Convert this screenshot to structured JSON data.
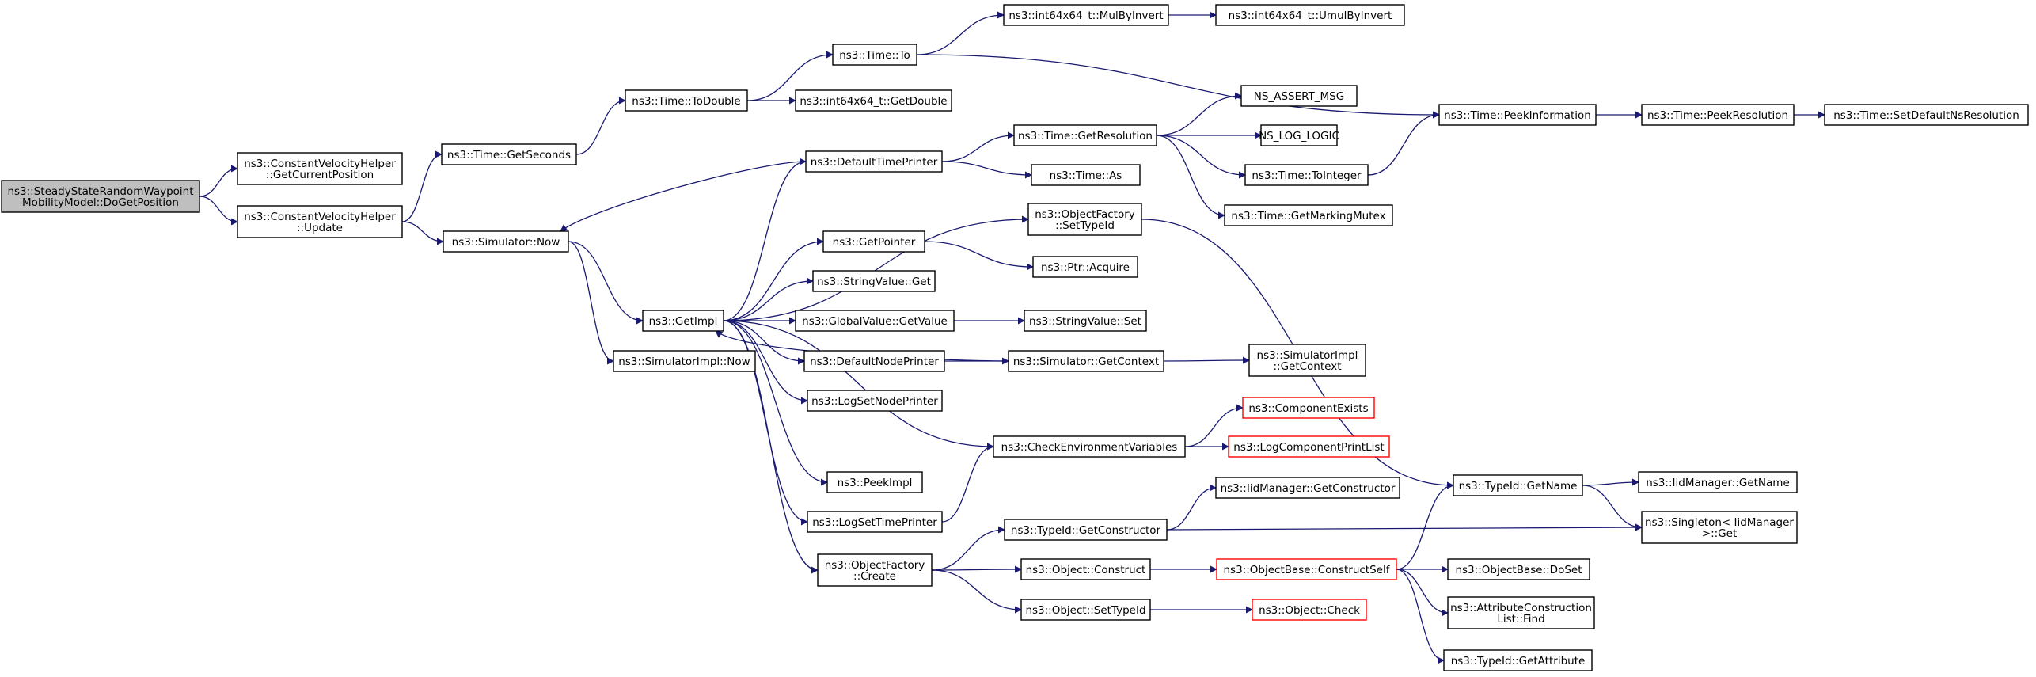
{
  "colors": {
    "edge": "#191970",
    "root_fill": "#bfbfbf",
    "truncated_border": "#ff0000",
    "node_border": "#000000"
  },
  "nodes": [
    {
      "id": "root",
      "lines": [
        "ns3::SteadyStateRandomWaypoint",
        "MobilityModel::DoGetPosition"
      ],
      "root": true
    },
    {
      "id": "cvh_gcp",
      "lines": [
        "ns3::ConstantVelocityHelper",
        "::GetCurrentPosition"
      ]
    },
    {
      "id": "cvh_upd",
      "lines": [
        "ns3::ConstantVelocityHelper",
        "::Update"
      ]
    },
    {
      "id": "time_getsec",
      "lines": [
        "ns3::Time::GetSeconds"
      ]
    },
    {
      "id": "sim_now",
      "lines": [
        "ns3::Simulator::Now"
      ]
    },
    {
      "id": "time_todouble",
      "lines": [
        "ns3::Time::ToDouble"
      ]
    },
    {
      "id": "time_to",
      "lines": [
        "ns3::Time::To"
      ]
    },
    {
      "id": "i64_getdouble",
      "lines": [
        "ns3::int64x64_t::GetDouble"
      ]
    },
    {
      "id": "i64_mulbyinv",
      "lines": [
        "ns3::int64x64_t::MulByInvert"
      ]
    },
    {
      "id": "i64_umulbyinv",
      "lines": [
        "ns3::int64x64_t::UmulByInvert"
      ]
    },
    {
      "id": "getimpl",
      "lines": [
        "ns3::GetImpl"
      ]
    },
    {
      "id": "simimpl_now",
      "lines": [
        "ns3::SimulatorImpl::Now"
      ]
    },
    {
      "id": "default_time_printer",
      "lines": [
        "ns3::DefaultTimePrinter"
      ]
    },
    {
      "id": "getpointer",
      "lines": [
        "ns3::GetPointer"
      ]
    },
    {
      "id": "stringvalue_get",
      "lines": [
        "ns3::StringValue::Get"
      ]
    },
    {
      "id": "globalvalue_getvalue",
      "lines": [
        "ns3::GlobalValue::GetValue"
      ]
    },
    {
      "id": "default_node_printer",
      "lines": [
        "ns3::DefaultNodePrinter"
      ]
    },
    {
      "id": "logsetnodeprinter",
      "lines": [
        "ns3::LogSetNodePrinter"
      ]
    },
    {
      "id": "peekimpl",
      "lines": [
        "ns3::PeekImpl"
      ]
    },
    {
      "id": "logsettimeprinter",
      "lines": [
        "ns3::LogSetTimePrinter"
      ]
    },
    {
      "id": "objfactory_create",
      "lines": [
        "ns3::ObjectFactory",
        "::Create"
      ]
    },
    {
      "id": "time_getres",
      "lines": [
        "ns3::Time::GetResolution"
      ]
    },
    {
      "id": "time_as",
      "lines": [
        "ns3::Time::As"
      ]
    },
    {
      "id": "objfactory_settypeid",
      "lines": [
        "ns3::ObjectFactory",
        "::SetTypeId"
      ]
    },
    {
      "id": "ptr_acquire",
      "lines": [
        "ns3::Ptr::Acquire"
      ]
    },
    {
      "id": "stringvalue_set",
      "lines": [
        "ns3::StringValue::Set"
      ]
    },
    {
      "id": "sim_getcontext",
      "lines": [
        "ns3::Simulator::GetContext"
      ]
    },
    {
      "id": "check_env",
      "lines": [
        "ns3::CheckEnvironmentVariables"
      ]
    },
    {
      "id": "typeid_getctor",
      "lines": [
        "ns3::TypeId::GetConstructor"
      ]
    },
    {
      "id": "object_construct",
      "lines": [
        "ns3::Object::Construct"
      ]
    },
    {
      "id": "object_settypeid",
      "lines": [
        "ns3::Object::SetTypeId"
      ]
    },
    {
      "id": "ns_assert_msg",
      "lines": [
        "NS_ASSERT_MSG"
      ]
    },
    {
      "id": "ns_log_logic",
      "lines": [
        "NS_LOG_LOGIC"
      ]
    },
    {
      "id": "time_tointeger",
      "lines": [
        "ns3::Time::ToInteger"
      ]
    },
    {
      "id": "time_getmarkingmutex",
      "lines": [
        "ns3::Time::GetMarkingMutex"
      ]
    },
    {
      "id": "simimpl_getcontext",
      "lines": [
        "ns3::SimulatorImpl",
        "::GetContext"
      ]
    },
    {
      "id": "component_exists",
      "lines": [
        "ns3::ComponentExists"
      ],
      "truncated": true
    },
    {
      "id": "logcomp_printlist",
      "lines": [
        "ns3::LogComponentPrintList"
      ],
      "truncated": true
    },
    {
      "id": "iidmgr_getctor",
      "lines": [
        "ns3::IidManager::GetConstructor"
      ]
    },
    {
      "id": "objbase_constructself",
      "lines": [
        "ns3::ObjectBase::ConstructSelf"
      ],
      "truncated": true
    },
    {
      "id": "object_check",
      "lines": [
        "ns3::Object::Check"
      ],
      "truncated": true
    },
    {
      "id": "time_peekinfo",
      "lines": [
        "ns3::Time::PeekInformation"
      ]
    },
    {
      "id": "typeid_getname",
      "lines": [
        "ns3::TypeId::GetName"
      ]
    },
    {
      "id": "time_peekres",
      "lines": [
        "ns3::Time::PeekResolution"
      ]
    },
    {
      "id": "iidmgr_getname",
      "lines": [
        "ns3::IidManager::GetName"
      ]
    },
    {
      "id": "singleton_get",
      "lines": [
        "ns3::Singleton< IidManager",
        ">::Get"
      ]
    },
    {
      "id": "objbase_doset",
      "lines": [
        "ns3::ObjectBase::DoSet"
      ]
    },
    {
      "id": "attrconstr_find",
      "lines": [
        "ns3::AttributeConstruction",
        "List::Find"
      ]
    },
    {
      "id": "typeid_getattr",
      "lines": [
        "ns3::TypeId::GetAttribute"
      ]
    },
    {
      "id": "time_setdefaultres",
      "lines": [
        "ns3::Time::SetDefaultNsResolution"
      ]
    }
  ],
  "edges": [
    [
      "root",
      "cvh_gcp"
    ],
    [
      "root",
      "cvh_upd"
    ],
    [
      "cvh_upd",
      "time_getsec"
    ],
    [
      "cvh_upd",
      "sim_now"
    ],
    [
      "time_getsec",
      "time_todouble"
    ],
    [
      "time_todouble",
      "time_to"
    ],
    [
      "time_todouble",
      "i64_getdouble"
    ],
    [
      "time_to",
      "i64_mulbyinv"
    ],
    [
      "time_to",
      "time_peekinfo"
    ],
    [
      "i64_mulbyinv",
      "i64_umulbyinv"
    ],
    [
      "sim_now",
      "getimpl"
    ],
    [
      "sim_now",
      "simimpl_now"
    ],
    [
      "getimpl",
      "default_time_printer"
    ],
    [
      "getimpl",
      "objfactory_settypeid"
    ],
    [
      "getimpl",
      "getpointer"
    ],
    [
      "getimpl",
      "stringvalue_get"
    ],
    [
      "getimpl",
      "globalvalue_getvalue"
    ],
    [
      "getimpl",
      "default_node_printer"
    ],
    [
      "getimpl",
      "logsetnodeprinter"
    ],
    [
      "getimpl",
      "check_env"
    ],
    [
      "getimpl",
      "peekimpl"
    ],
    [
      "getimpl",
      "logsettimeprinter"
    ],
    [
      "getimpl",
      "objfactory_create"
    ],
    [
      "default_time_printer",
      "sim_now"
    ],
    [
      "default_time_printer",
      "time_getres"
    ],
    [
      "default_time_printer",
      "time_as"
    ],
    [
      "time_getres",
      "ns_assert_msg"
    ],
    [
      "time_getres",
      "ns_log_logic"
    ],
    [
      "time_getres",
      "time_tointeger"
    ],
    [
      "time_getres",
      "time_getmarkingmutex"
    ],
    [
      "time_tointeger",
      "time_peekinfo"
    ],
    [
      "time_peekinfo",
      "time_peekres"
    ],
    [
      "time_peekres",
      "time_setdefaultres"
    ],
    [
      "getpointer",
      "ptr_acquire"
    ],
    [
      "globalvalue_getvalue",
      "stringvalue_set"
    ],
    [
      "default_node_printer",
      "sim_getcontext"
    ],
    [
      "sim_getcontext",
      "getimpl"
    ],
    [
      "sim_getcontext",
      "simimpl_getcontext"
    ],
    [
      "check_env",
      "component_exists"
    ],
    [
      "check_env",
      "logcomp_printlist"
    ],
    [
      "logsettimeprinter",
      "check_env"
    ],
    [
      "objfactory_settypeid",
      "typeid_getname"
    ],
    [
      "objfactory_create",
      "typeid_getctor"
    ],
    [
      "objfactory_create",
      "object_construct"
    ],
    [
      "objfactory_create",
      "object_settypeid"
    ],
    [
      "typeid_getctor",
      "iidmgr_getctor"
    ],
    [
      "typeid_getctor",
      "singleton_get"
    ],
    [
      "object_construct",
      "objbase_constructself"
    ],
    [
      "object_settypeid",
      "object_check"
    ],
    [
      "objbase_constructself",
      "typeid_getname"
    ],
    [
      "objbase_constructself",
      "objbase_doset"
    ],
    [
      "objbase_constructself",
      "attrconstr_find"
    ],
    [
      "objbase_constructself",
      "typeid_getattr"
    ],
    [
      "typeid_getname",
      "iidmgr_getname"
    ],
    [
      "typeid_getname",
      "singleton_get"
    ]
  ]
}
